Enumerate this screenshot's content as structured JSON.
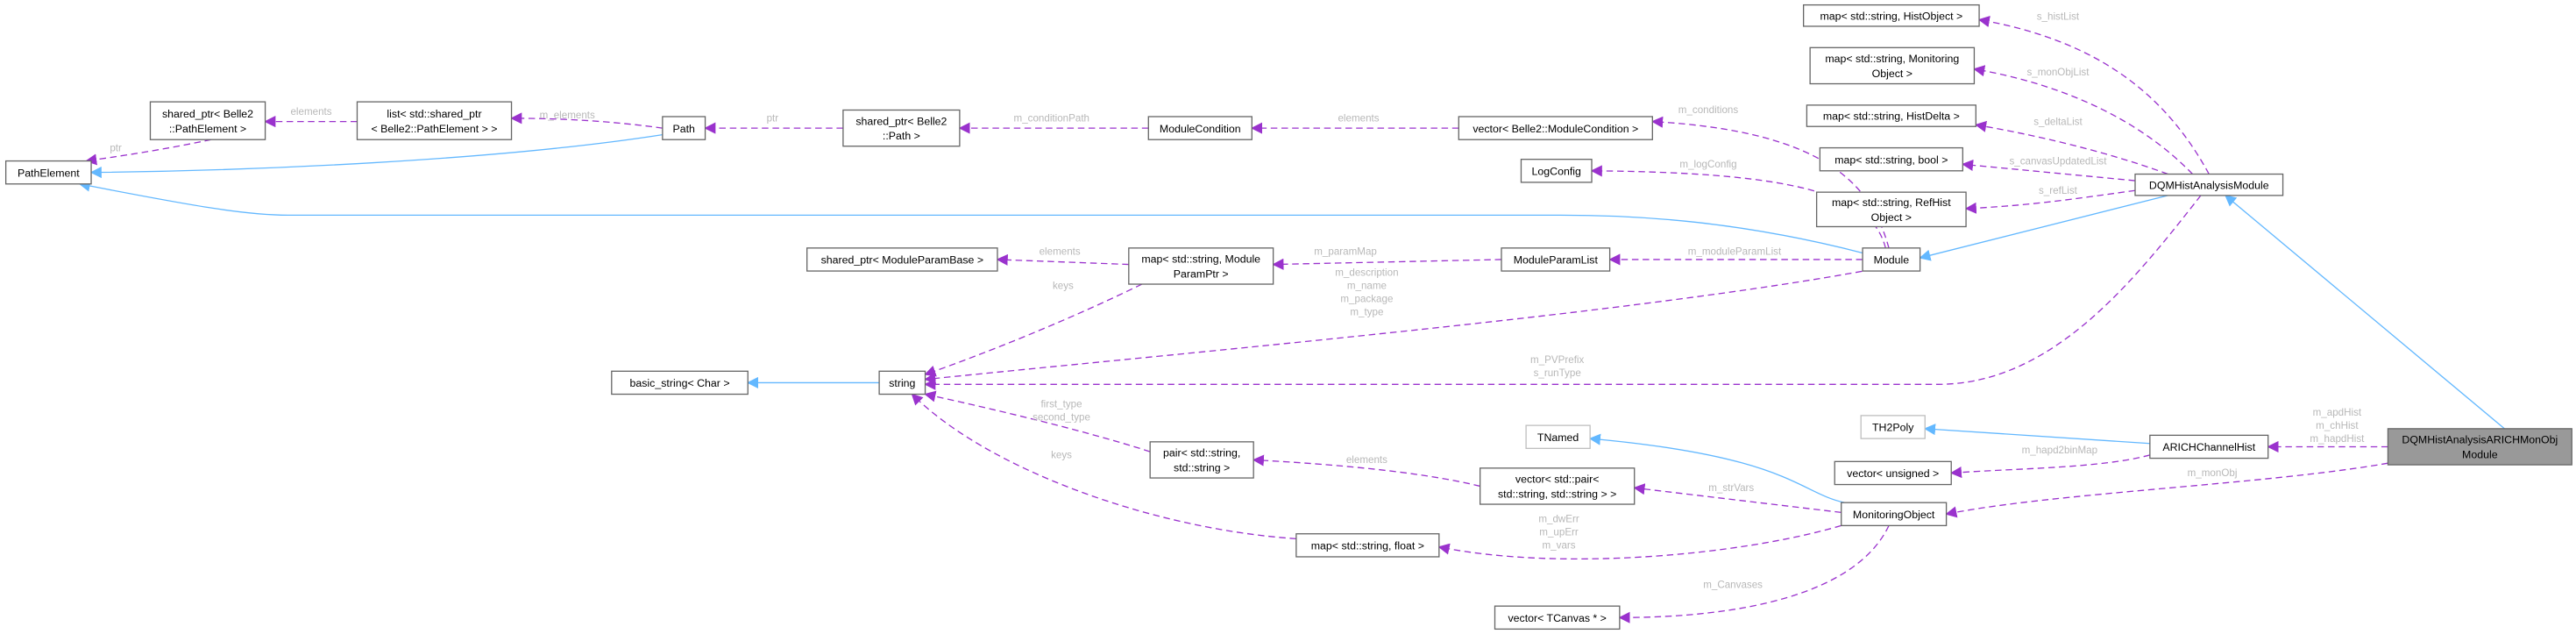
{
  "colors": {
    "dependency": "#9a32cd",
    "inheritance": "#63b8ff",
    "target_fill": "#999999",
    "label": "#b8b8b8"
  },
  "nodes": {
    "path_element": [
      "PathElement"
    ],
    "shared_ptr_path_element": [
      "shared_ptr< Belle2",
      "::PathElement >"
    ],
    "list_shared_ptr": [
      "list< std::shared_ptr",
      "< Belle2::PathElement > >"
    ],
    "path": [
      "Path"
    ],
    "shared_ptr_path": [
      "shared_ptr< Belle2",
      "::Path >"
    ],
    "module_condition": [
      "ModuleCondition"
    ],
    "vector_module_condition": [
      "vector< Belle2::ModuleCondition >"
    ],
    "log_config": [
      "LogConfig"
    ],
    "module_param_list": [
      "ModuleParamList"
    ],
    "map_module_param_ptr": [
      "map< std::string, Module",
      "ParamPtr >"
    ],
    "shared_ptr_module_param_base": [
      "shared_ptr< ModuleParamBase >"
    ],
    "module": [
      "Module"
    ],
    "basic_string": [
      "basic_string< Char >"
    ],
    "string": [
      "string"
    ],
    "tnamed": [
      "TNamed"
    ],
    "pair_string": [
      "pair< std::string,",
      "std::string >"
    ],
    "vector_pair": [
      "vector< std::pair<",
      "std::string, std::string > >"
    ],
    "map_string_float": [
      "map< std::string, float >"
    ],
    "vector_tcanvas": [
      "vector< TCanvas * >"
    ],
    "monitoring_object": [
      "MonitoringObject"
    ],
    "th2poly": [
      "TH2Poly"
    ],
    "vector_unsigned": [
      "vector< unsigned >"
    ],
    "arich_channel_hist": [
      "ARICHChannelHist"
    ],
    "dqm_arich_monobj_module": [
      "DQMHistAnalysisARICHMonObj",
      "Module"
    ],
    "dqm_hist_analysis_module": [
      "DQMHistAnalysisModule"
    ],
    "map_hist_object": [
      "map< std::string, HistObject >"
    ],
    "map_monitoring_object": [
      "map< std::string, Monitoring",
      "Object >"
    ],
    "map_hist_delta": [
      "map< std::string, HistDelta >"
    ],
    "map_bool": [
      "map< std::string, bool >"
    ],
    "map_ref_hist_object": [
      "map< std::string, RefHist",
      "Object >"
    ]
  },
  "edge_labels": {
    "ptr_path_element": [
      "ptr"
    ],
    "elements_list": [
      "elements"
    ],
    "m_elements": [
      "m_elements"
    ],
    "ptr_path": [
      "ptr"
    ],
    "m_condition_path": [
      "m_conditionPath"
    ],
    "elements_conditions": [
      "elements"
    ],
    "m_conditions": [
      "m_conditions"
    ],
    "m_log_config": [
      "m_logConfig"
    ],
    "m_module_param_list": [
      "m_moduleParamList"
    ],
    "m_param_map": [
      "m_paramMap"
    ],
    "elements_param": [
      "elements"
    ],
    "keys_param": [
      "keys"
    ],
    "module_strings": [
      "m_description",
      "m_name",
      "m_package",
      "m_type"
    ],
    "dqm_strings": [
      "m_PVPrefix",
      "s_runType"
    ],
    "pair_types": [
      "first_type",
      "second_type"
    ],
    "keys_float": [
      "keys"
    ],
    "elements_pair": [
      "elements"
    ],
    "m_str_vars": [
      "m_strVars"
    ],
    "float_vars": [
      "m_dwErr",
      "m_upErr",
      "m_vars"
    ],
    "m_canvases": [
      "m_Canvases"
    ],
    "m_hapd2bin_map": [
      "m_hapd2binMap"
    ],
    "hists": [
      "m_apdHist",
      "m_chHist",
      "m_hapdHist"
    ],
    "m_mon_obj": [
      "m_monObj"
    ],
    "s_hist_list": [
      "s_histList"
    ],
    "s_mon_obj_list": [
      "s_monObjList"
    ],
    "s_delta_list": [
      "s_deltaList"
    ],
    "s_canvas_updated_list": [
      "s_canvasUpdatedList"
    ],
    "s_ref_list": [
      "s_refList"
    ]
  }
}
